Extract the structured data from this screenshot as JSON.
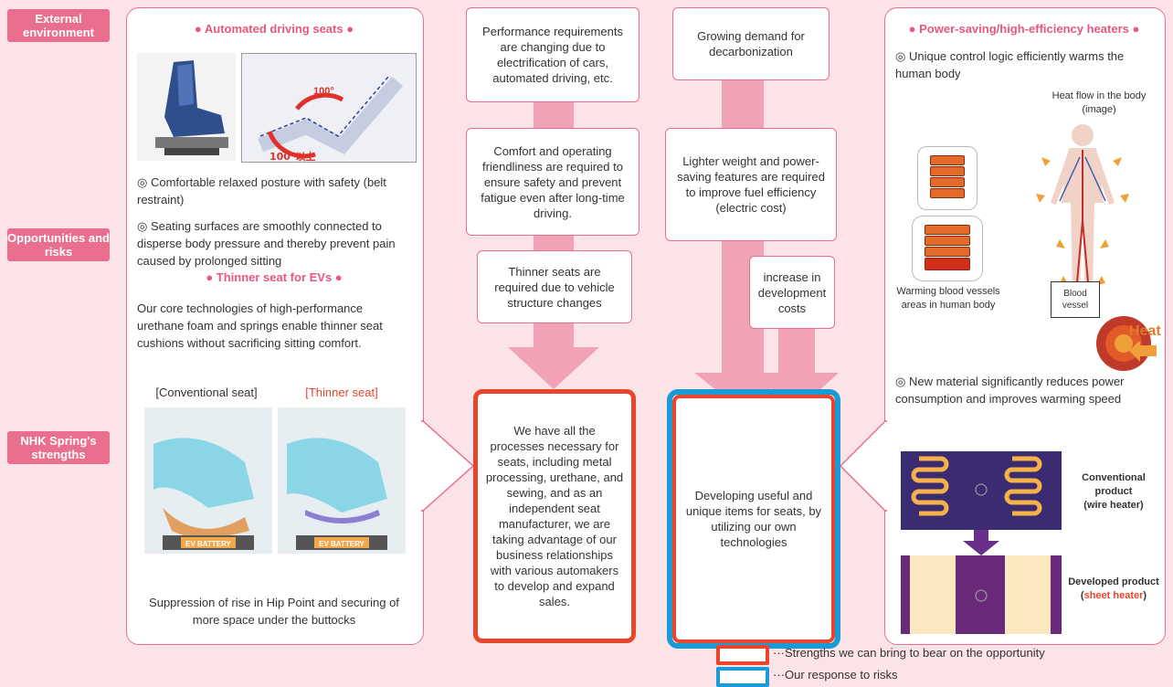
{
  "tags": {
    "external": "External environment",
    "opportunities": "Opportunities and risks",
    "strengths": "NHK Spring's strengths"
  },
  "left_panel": {
    "title": "●  Automated driving seats  ●",
    "angle_top": "100°",
    "angle_bottom": "100°以上",
    "bullet1": "◎ Comfortable relaxed posture with safety (belt restraint)",
    "bullet2": "◎ Seating surfaces are smoothly connected to disperse body pressure and thereby prevent pain caused by prolonged sitting",
    "title2": "●  Thinner seat for EVs  ●",
    "para": "Our core technologies of high-performance urethane foam and springs enable thinner seat cushions without sacrificing sitting comfort.",
    "label_conv": "[Conventional seat]",
    "label_thin": "[Thinner seat]",
    "battery": "EV BATTERY",
    "caption": "Suppression of rise in Hip Point and securing of more space under the buttocks"
  },
  "center": {
    "box1": "Performance requirements are changing due to electrification of cars, automated driving, etc.",
    "box2": "Comfort and operating friendliness are required to ensure safety and prevent fatigue even after long-time driving.",
    "box3": "Thinner seats are required due to vehicle structure changes",
    "box4": "Growing demand for decarbonization",
    "box5": "Lighter weight and power-saving features are required to improve fuel efficiency (electric cost)",
    "box6": "increase in development costs",
    "strength_box": "We have all the processes necessary for seats, including metal processing, urethane, and sewing, and as an independent seat manufacturer, we are taking advantage of our business relationships with various automakers to develop and expand sales.",
    "response_box": "Developing useful and unique items for seats, by utilizing our own technologies"
  },
  "right_panel": {
    "title": "●  Power-saving/high-efficiency heaters  ●",
    "bullet1": "◎ Unique control logic efficiently warms the human body",
    "heat_flow": "Heat flow in the body (image)",
    "warming": "Warming blood vessels areas in human body",
    "blood_vessel": "Blood vessel",
    "heat": "Heat",
    "bullet2": "◎ New material significantly reduces power consumption and improves warming speed",
    "conv_product": "Conventional product",
    "conv_sub": "(wire heater)",
    "dev_product": "Developed product",
    "dev_sub_pre": "(",
    "dev_sub_mid": "sheet heater",
    "dev_sub_post": ")"
  },
  "legend": {
    "red": "···Strengths we can bring to bear on the opportunity",
    "blue": "···Our response to risks"
  },
  "colors": {
    "pink": "#ea6f8f",
    "arrow": "#f2a2b5",
    "strength_red": "#e8452a",
    "response_blue": "#1a9ad6"
  }
}
